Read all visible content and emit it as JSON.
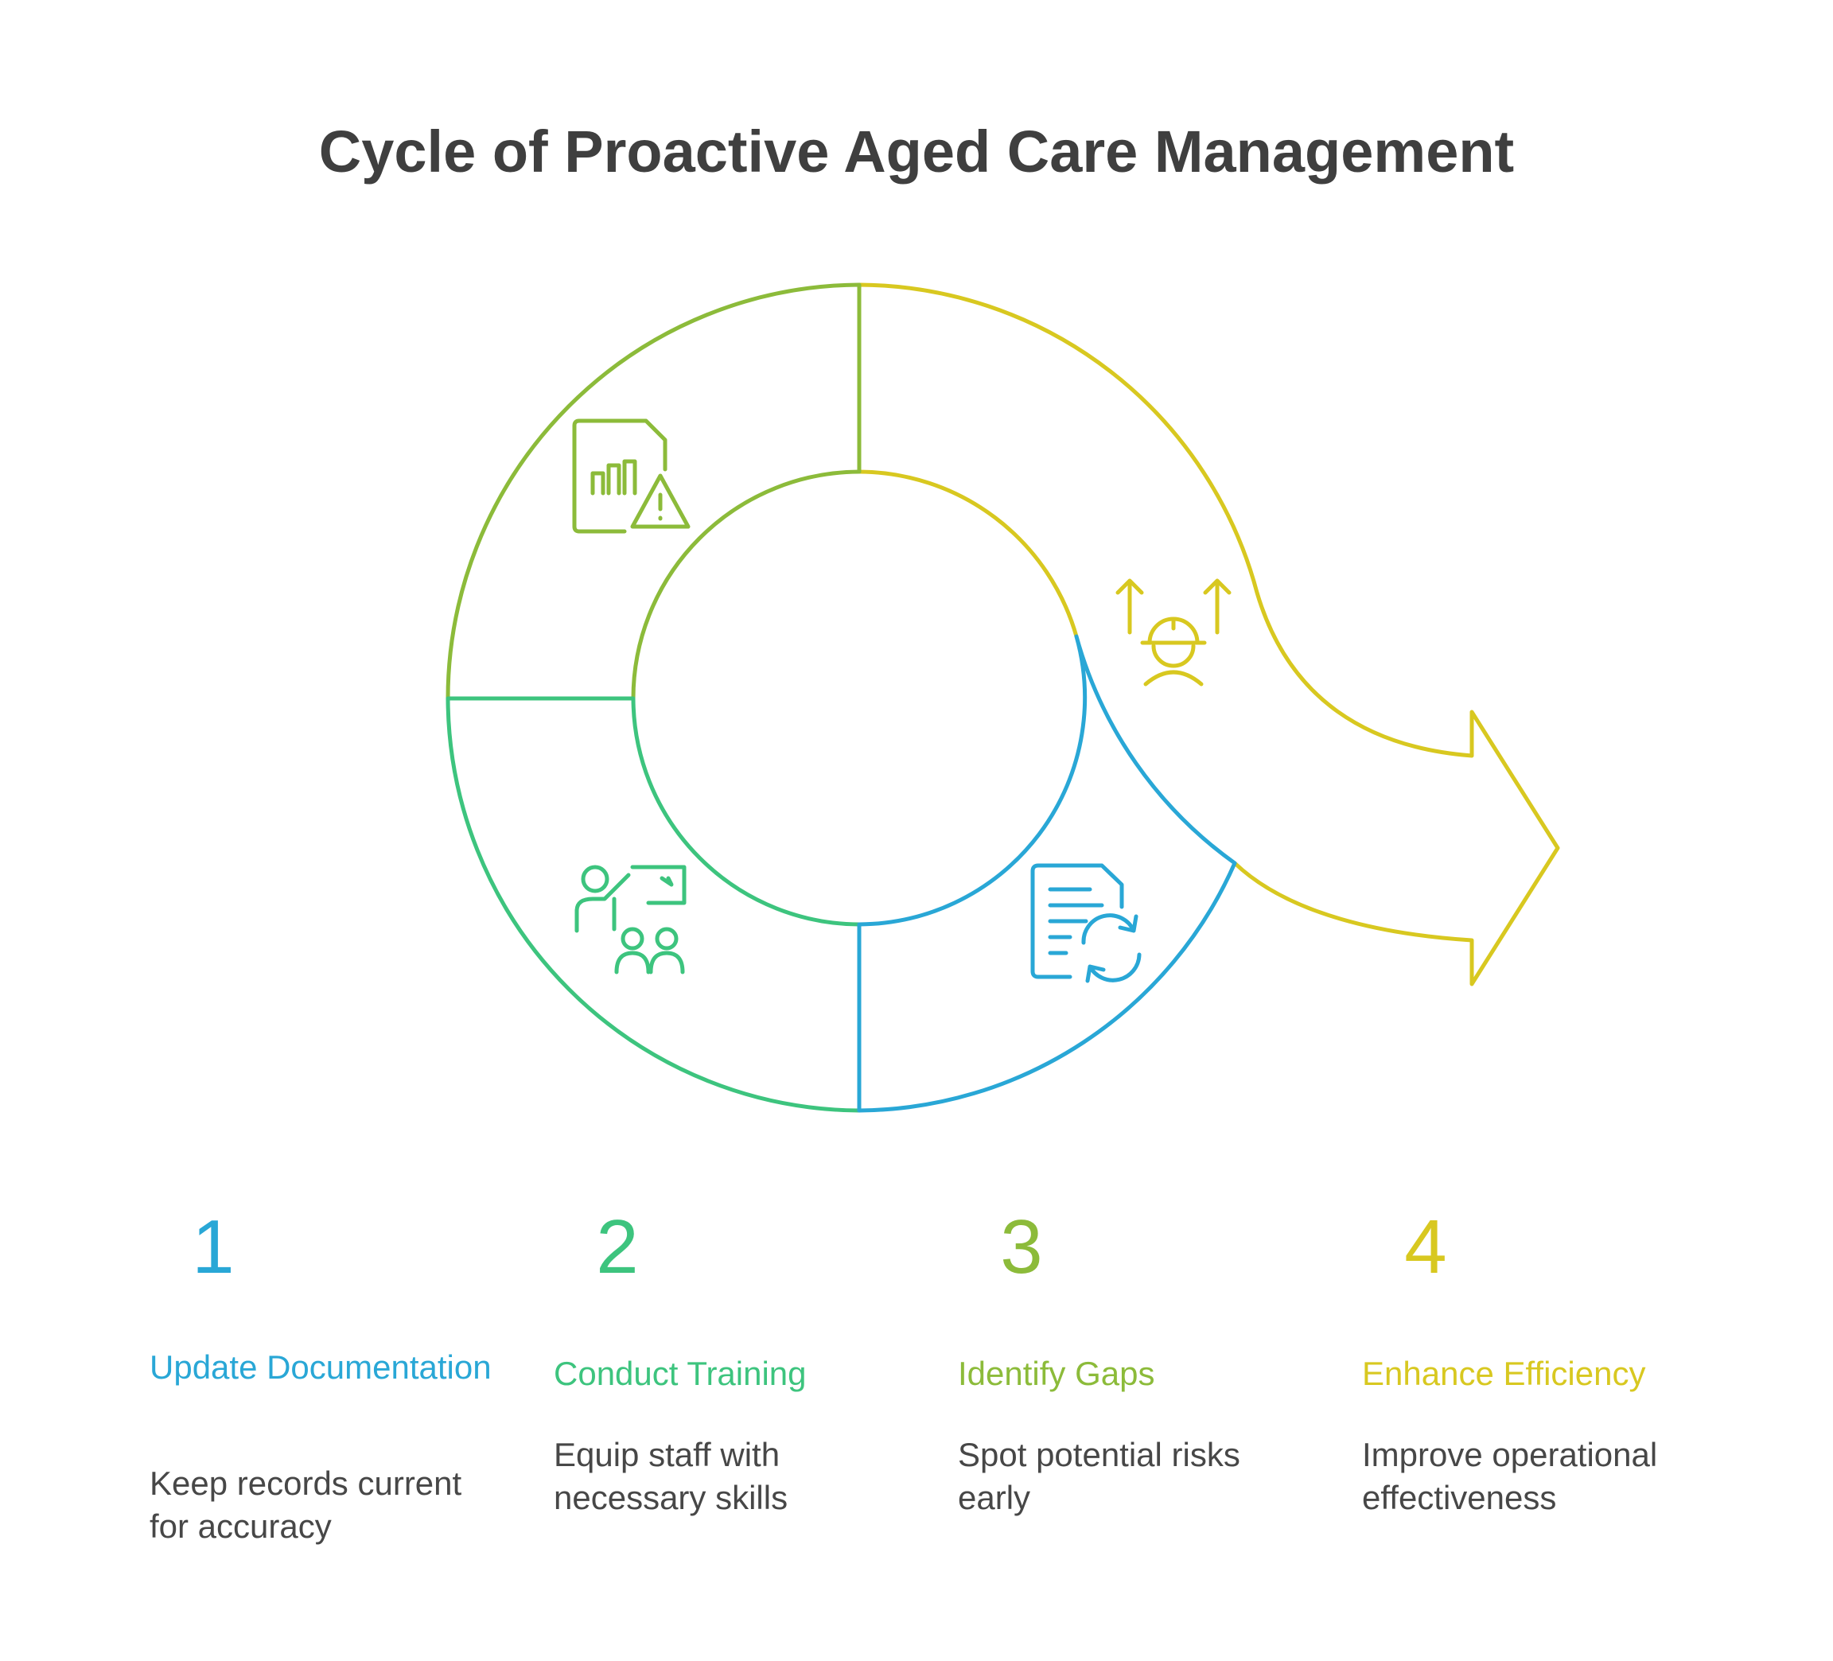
{
  "title": "Cycle of Proactive Aged Care Management",
  "colors": {
    "blue": "#29a7d6",
    "green": "#3dc47e",
    "olive": "#8cbb3a",
    "yellow": "#d8c820",
    "text": "#474747",
    "title": "#3f3f3f"
  },
  "steps": [
    {
      "number": "1",
      "heading": "Update Documentation",
      "description": "Keep records current for accuracy",
      "icon": "document-refresh-icon",
      "color": "#29a7d6"
    },
    {
      "number": "2",
      "heading": "Conduct Training",
      "description": "Equip staff with necessary skills",
      "icon": "training-presentation-icon",
      "color": "#3dc47e"
    },
    {
      "number": "3",
      "heading": "Identify Gaps",
      "description": "Spot potential risks early",
      "icon": "report-warning-icon",
      "color": "#8cbb3a"
    },
    {
      "number": "4",
      "heading": "Enhance Efficiency",
      "description": "Improve operational effectiveness",
      "icon": "worker-growth-icon",
      "color": "#d8c820"
    }
  ]
}
